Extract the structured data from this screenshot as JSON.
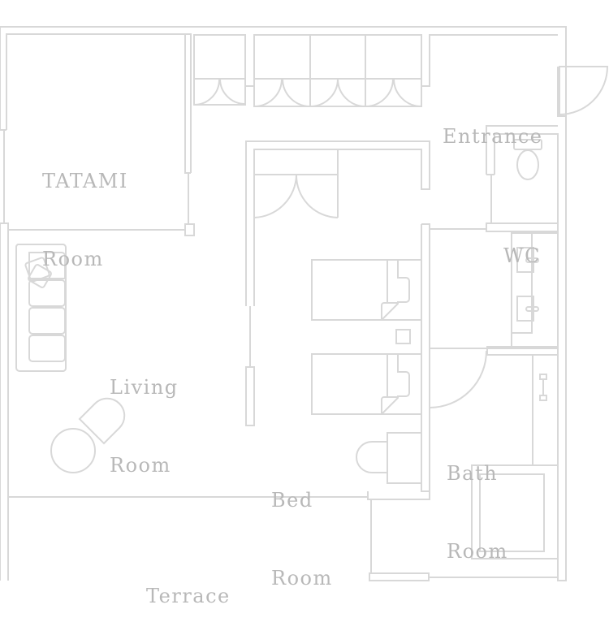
{
  "floor_plan": {
    "colors": {
      "line": "#d8d8d8",
      "label": "#b8b8b8",
      "background": "#ffffff"
    },
    "rooms": [
      {
        "id": "tatami",
        "lines": [
          "TATAMI",
          "Room"
        ]
      },
      {
        "id": "entrance",
        "lines": [
          "Entrance"
        ]
      },
      {
        "id": "wc",
        "lines": [
          "WC"
        ]
      },
      {
        "id": "living",
        "lines": [
          "Living",
          "Room"
        ]
      },
      {
        "id": "bed",
        "lines": [
          "Bed",
          "Room"
        ]
      },
      {
        "id": "bath",
        "lines": [
          "Bath",
          "Room"
        ]
      },
      {
        "id": "terrace",
        "lines": [
          "Terrace"
        ]
      }
    ],
    "fixtures": [
      "closet-doors",
      "entry-door",
      "toilet",
      "double-vanity",
      "twin-beds",
      "nightstand",
      "desk-and-chair",
      "sofa",
      "cushions",
      "round-table",
      "lounge-chair",
      "bathtub",
      "towel-bar",
      "bedroom-closet"
    ]
  }
}
